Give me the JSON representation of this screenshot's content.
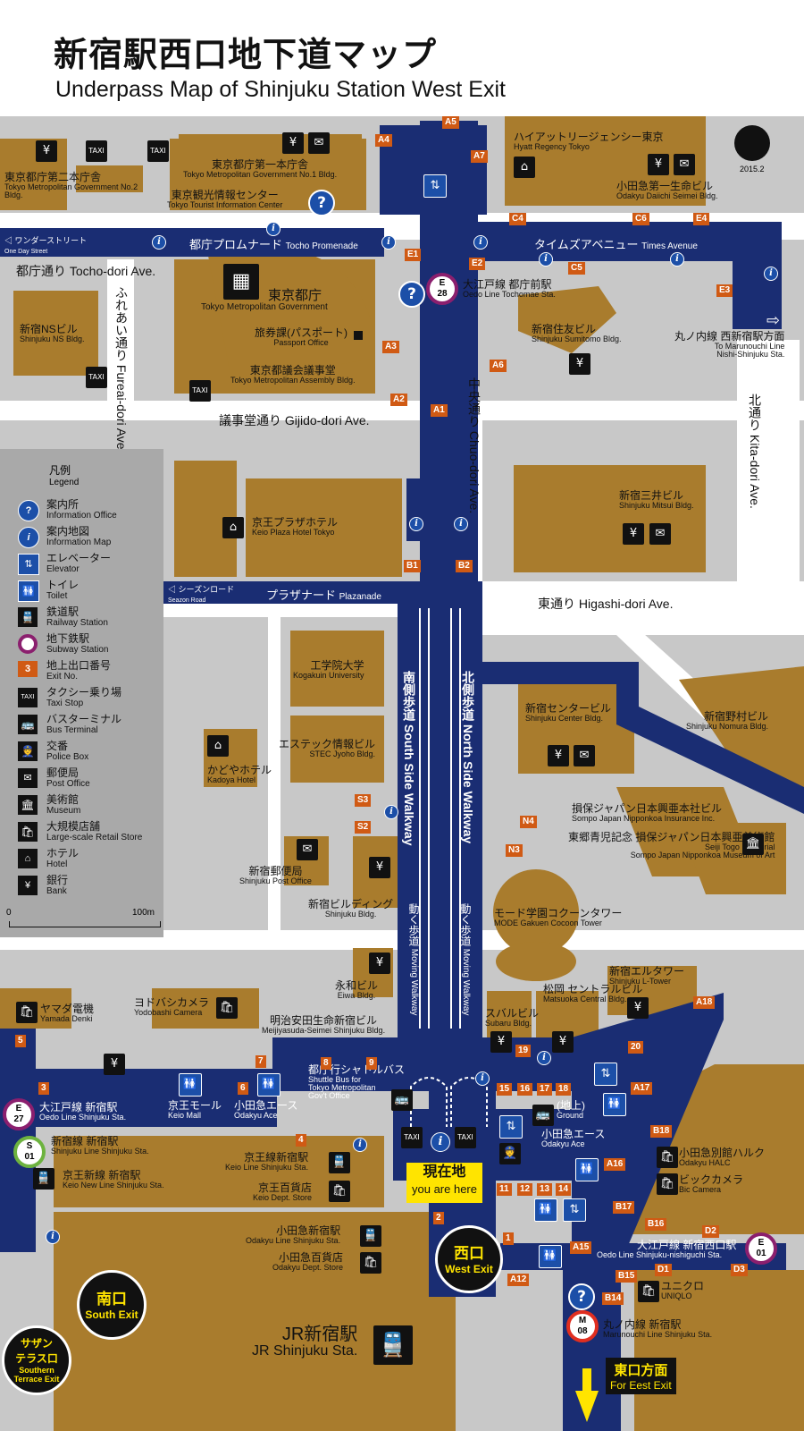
{
  "header": {
    "title": "新宿駅西口地下道マップ",
    "subtitle": "Underpass Map of Shinjuku Station West Exit",
    "date": "2015.2"
  },
  "colors": {
    "walkway": "#1a2d73",
    "building": "#a97c2d",
    "ground": "#c8c8c8",
    "road": "#ffffff",
    "exit": "#d05a14",
    "info": "#1c4fa8",
    "you_are_here": "#ffe400"
  },
  "walkways": {
    "tocho_promenade": {
      "ja": "都庁プロムナード",
      "en": "Tocho Promenade"
    },
    "times_avenue": {
      "ja": "タイムズアベニュー",
      "en": "Times Avenue"
    },
    "plazanade": {
      "ja": "プラザナード",
      "en": "Plazanade"
    },
    "wonder_street": {
      "ja": "ワンダーストリート",
      "en": "One Day Street"
    },
    "seazon_road": {
      "ja": "シーズンロード",
      "en": "Seazon Road"
    },
    "south_side": {
      "ja": "南側歩道",
      "en": "South Side Walkway"
    },
    "north_side": {
      "ja": "北側歩道",
      "en": "North Side Walkway"
    },
    "moving_ja": "動く歩道",
    "moving_en": "Moving Walkway",
    "to_marunouchi": {
      "ja": "丸ノ内線 西新宿駅方面",
      "en1": "To Marunouchi Line",
      "en2": "Nishi-Shinjuku Sta."
    }
  },
  "roads": {
    "tocho_dori": "都庁通り Tocho-dori Ave.",
    "fureai_dori": "ふれあい通り Fureai-dori Ave.",
    "gijido_dori": "議事堂通り Gijido-dori Ave.",
    "chuo_dori": "中央通り Chuo-dori Ave.",
    "higashi_dori": "東通り Higashi-dori Ave.",
    "kita_dori": "北通り Kita-dori Ave."
  },
  "buildings": [
    {
      "ja": "東京都庁第二本庁舎",
      "en": "Tokyo Metropolitan Government No.2 Bldg."
    },
    {
      "ja": "東京都庁第一本庁舎",
      "en": "Tokyo Metropolitan Government No.1 Bldg."
    },
    {
      "ja": "東京観光情報センター",
      "en": "Tokyo Tourist Information Center"
    },
    {
      "ja": "東京都庁",
      "en": "Tokyo Metropolitan Government"
    },
    {
      "ja": "旅券課(パスポート)",
      "en": "Passport Office"
    },
    {
      "ja": "東京都議会議事堂",
      "en": "Tokyo Metropolitan Assembly Bldg."
    },
    {
      "ja": "新宿NSビル",
      "en": "Shinjuku NS Bldg."
    },
    {
      "ja": "ハイアットリージェンシー東京",
      "en": "Hyatt Regency Tokyo"
    },
    {
      "ja": "小田急第一生命ビル",
      "en": "Odakyu Daiichi Seimei Bldg."
    },
    {
      "ja": "新宿住友ビル",
      "en": "Shinjuku Sumitomo Bldg."
    },
    {
      "ja": "京王プラザホテル",
      "en": "Keio Plaza Hotel Tokyo"
    },
    {
      "ja": "新宿三井ビル",
      "en": "Shinjuku Mitsui Bldg."
    },
    {
      "ja": "工学院大学",
      "en": "Kogakuin University"
    },
    {
      "ja": "エステック情報ビル",
      "en": "STEC Jyoho Bldg."
    },
    {
      "ja": "かどやホテル",
      "en": "Kadoya Hotel"
    },
    {
      "ja": "新宿センタービル",
      "en": "Shinjuku Center Bldg."
    },
    {
      "ja": "新宿野村ビル",
      "en": "Shinjuku Nomura Bldg."
    },
    {
      "ja": "損保ジャパン日本興亜本社ビル",
      "en": "Sompo Japan Nipponkoa Insurance Inc."
    },
    {
      "ja": "東郷青児記念 損保ジャパン日本興亜美術館",
      "en1": "Seiji Togo Memorial",
      "en2": "Sompo Japan Nipponkoa Museum of Art"
    },
    {
      "ja": "新宿郵便局",
      "en": "Shinjuku Post Office"
    },
    {
      "ja": "新宿ビルディング",
      "en": "Shinjuku Bldg."
    },
    {
      "ja": "モード学園コクーンタワー",
      "en": "MODE Gakuen Cocoon Tower"
    },
    {
      "ja": "永和ビル",
      "en": "Eiwa Bldg."
    },
    {
      "ja": "新宿エルタワー",
      "en": "Shinjuku L-Tower"
    },
    {
      "ja": "ヨドバシカメラ",
      "en": "Yodobashi Camera"
    },
    {
      "ja": "ヤマダ電機",
      "en": "Yamada Denki"
    },
    {
      "ja": "明治安田生命新宿ビル",
      "en": "Meijiyasuda-Seimei Shinjuku Bldg."
    },
    {
      "ja": "スバルビル",
      "en": "Subaru Bldg."
    },
    {
      "ja": "松岡 セントラルビル",
      "en": "Matsuoka Central Bldg."
    },
    {
      "ja": "都庁行シャトルバス",
      "en1": "Shuttle Bus for",
      "en2": "Tokyo Metropolitan",
      "en3": "Gov't Office"
    },
    {
      "ja": "京王モール",
      "en": "Keio Mall"
    },
    {
      "ja": "小田急エース",
      "en": "Odakyu Ace"
    },
    {
      "ja": "京王線新宿駅",
      "en": "Keio Line Shinjuku Sta."
    },
    {
      "ja": "京王百貨店",
      "en": "Keio Dept. Store"
    },
    {
      "ja": "小田急新宿駅",
      "en": "Odakyu Line Shinjuku Sta."
    },
    {
      "ja": "小田急百貨店",
      "en": "Odakyu Dept. Store"
    },
    {
      "ja": "小田急別館ハルク",
      "en": "Odakyu HALC"
    },
    {
      "ja": "ビックカメラ",
      "en": "Bic Camera"
    },
    {
      "ja": "ユニクロ",
      "en": "UNIQLO"
    },
    {
      "ja": "(地上)",
      "en": "Ground"
    },
    {
      "ja": "小田急エース",
      "en": "Odakyu Ace"
    }
  ],
  "stations": {
    "oedo_tochomae": {
      "code_l": "E",
      "code_n": "28",
      "ja": "大江戸線 都庁前駅",
      "en": "Oedo Line Tochomae Sta."
    },
    "oedo_shinjuku": {
      "code_l": "E",
      "code_n": "27",
      "ja": "大江戸線 新宿駅",
      "en": "Oedo Line Shinjuku Sta."
    },
    "shinjuku_line": {
      "code_l": "S",
      "code_n": "01",
      "ja": "新宿線 新宿駅",
      "en": "Shinjuku Line Shinjuku Sta."
    },
    "keio_new": {
      "ja": "京王新線 新宿駅",
      "en": "Keio New Line Shinjuku Sta."
    },
    "oedo_nishiguchi": {
      "code_l": "E",
      "code_n": "01",
      "ja": "大江戸線 新宿西口駅",
      "en": "Oedo Line Shinjuku-nishiguchi Sta."
    },
    "marunouchi": {
      "code_l": "M",
      "code_n": "08",
      "ja": "丸ノ内線 新宿駅",
      "en": "Marunouchi Line Shinjuku Sta."
    },
    "jr": {
      "ja": "JR新宿駅",
      "en": "JR Shinjuku Sta."
    }
  },
  "exits_named": {
    "west": {
      "ja": "西口",
      "en": "West Exit"
    },
    "south": {
      "ja": "南口",
      "en": "South Exit"
    },
    "southern_terrace": {
      "ja1": "サザン",
      "ja2": "テラス口",
      "en1": "Southern",
      "en2": "Terrace Exit"
    },
    "east": {
      "ja": "東口方面",
      "en": "For Eest Exit"
    }
  },
  "you_are_here": {
    "ja": "現在地",
    "en": "you are here"
  },
  "exit_numbers": [
    "A5",
    "A4",
    "A7",
    "C4",
    "C6",
    "E4",
    "E1",
    "E2",
    "C5",
    "E3",
    "A3",
    "A6",
    "A2",
    "A1",
    "B1",
    "B2",
    "S3",
    "S2",
    "N4",
    "N3",
    "A18",
    "20",
    "19",
    "7",
    "8",
    "9",
    "6",
    "5",
    "4",
    "3",
    "2",
    "1",
    "15",
    "16",
    "17",
    "18",
    "11",
    "12",
    "13",
    "14",
    "A17",
    "B18",
    "A16",
    "B17",
    "B16",
    "A15",
    "A12",
    "D2",
    "D1",
    "D3",
    "B15",
    "B14"
  ],
  "legend": {
    "title_ja": "凡例",
    "title_en": "Legend",
    "items": [
      {
        "icon": "info-office-icon",
        "ja": "案内所",
        "en": "Information Office"
      },
      {
        "icon": "info-map-icon",
        "ja": "案内地図",
        "en": "Information Map"
      },
      {
        "icon": "elevator-icon",
        "ja": "エレベーター",
        "en": "Elevator"
      },
      {
        "icon": "toilet-icon",
        "ja": "トイレ",
        "en": "Toilet"
      },
      {
        "icon": "railway-icon",
        "ja": "鉄道駅",
        "en": "Railway Station"
      },
      {
        "icon": "subway-icon",
        "ja": "地下鉄駅",
        "en": "Subway Station"
      },
      {
        "icon": "exit-number-icon",
        "ja": "地上出口番号",
        "en": "Exit No."
      },
      {
        "icon": "taxi-icon",
        "ja": "タクシー乗り場",
        "en": "Taxi Stop"
      },
      {
        "icon": "bus-icon",
        "ja": "バスターミナル",
        "en": "Bus Terminal"
      },
      {
        "icon": "police-icon",
        "ja": "交番",
        "en": "Police Box"
      },
      {
        "icon": "post-icon",
        "ja": "郵便局",
        "en": "Post Office"
      },
      {
        "icon": "museum-icon",
        "ja": "美術館",
        "en": "Museum"
      },
      {
        "icon": "store-icon",
        "ja": "大規模店舗",
        "en": "Large-scale Retail Store"
      },
      {
        "icon": "hotel-icon",
        "ja": "ホテル",
        "en": "Hotel"
      },
      {
        "icon": "bank-icon",
        "ja": "銀行",
        "en": "Bank"
      }
    ],
    "scale_start": "0",
    "scale_end": "100m",
    "exit_sample": "3"
  }
}
